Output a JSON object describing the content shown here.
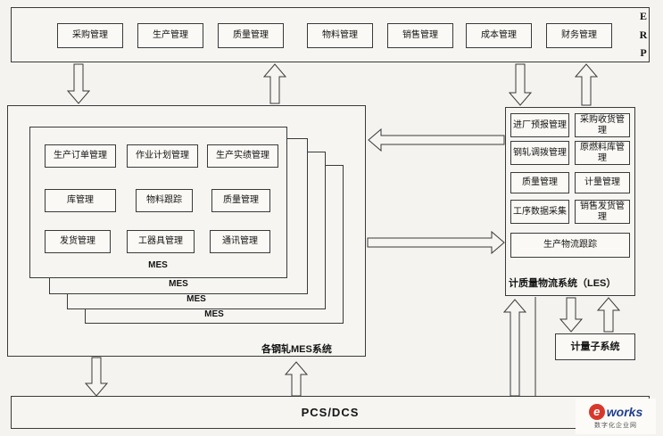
{
  "erp": {
    "label": "ERP",
    "modules": [
      "采购管理",
      "生产管理",
      "质量管理",
      "物料管理",
      "销售管理",
      "成本管理",
      "财务管理"
    ]
  },
  "mes": {
    "container_label": "各钢轧MES系统",
    "layers": [
      "MES",
      "MES",
      "MES",
      "MES"
    ],
    "rows": [
      [
        "生产订单管理",
        "作业计划管理",
        "生产实绩管理"
      ],
      [
        "库管理",
        "物料跟踪",
        "质量管理"
      ],
      [
        "发货管理",
        "工器具管理",
        "通讯管理"
      ]
    ]
  },
  "les": {
    "title": "计质量物流系统（LES）",
    "grid": [
      [
        "进厂预报管理",
        "采购收货管理"
      ],
      [
        "钢轧调拨管理",
        "原燃料库管理"
      ],
      [
        "质量管理",
        "计量管理"
      ],
      [
        "工序数据采集",
        "销售发货管理"
      ]
    ],
    "wide": "生产物流跟踪"
  },
  "metering": {
    "label": "计量子系统"
  },
  "pcs": {
    "label": "PCS/DCS"
  },
  "logo": {
    "e": "e",
    "works": "works",
    "subtext": "数字化企业网"
  },
  "colors": {
    "line": "#3a3a3a",
    "logo_red": "#d8382b",
    "logo_blue": "#1f3e8c"
  }
}
